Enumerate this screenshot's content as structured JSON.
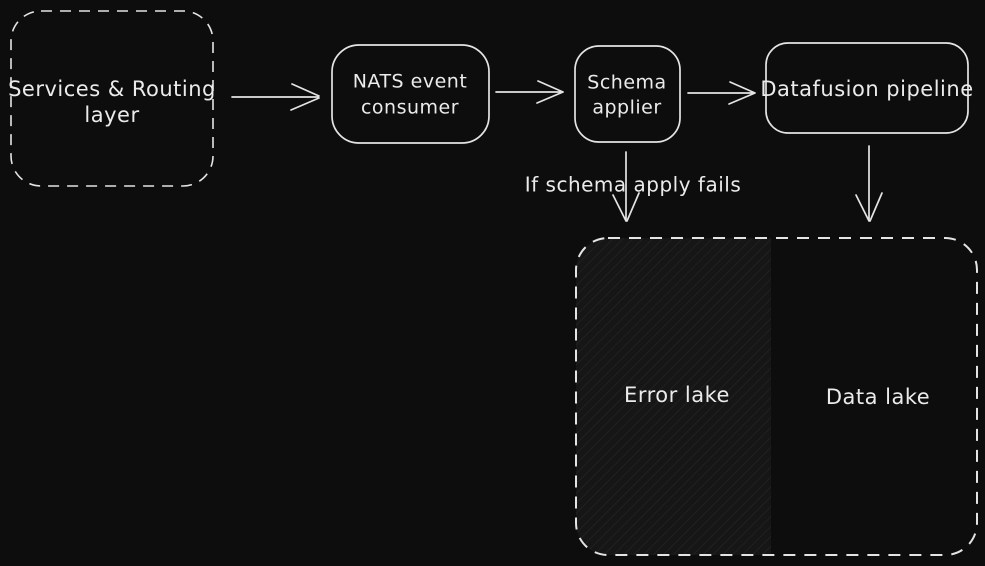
{
  "colors": {
    "background": "#0d0d0d",
    "stroke": "#e4e4e4",
    "text": "#ebebeb",
    "hatch_fill": "#161616",
    "hatch_line": "#262626"
  },
  "diagram": {
    "nodes": {
      "services": {
        "line1": "Services & Routing",
        "line2": "layer"
      },
      "nats": {
        "line1": "NATS event",
        "line2": "consumer"
      },
      "schema": {
        "line1": "Schema",
        "line2": "applier"
      },
      "datafusion": {
        "label": "Datafusion pipeline"
      },
      "error_lake": {
        "label": "Error lake"
      },
      "data_lake": {
        "label": "Data lake"
      }
    },
    "annotations": {
      "fail_condition": "If schema apply fails"
    }
  }
}
